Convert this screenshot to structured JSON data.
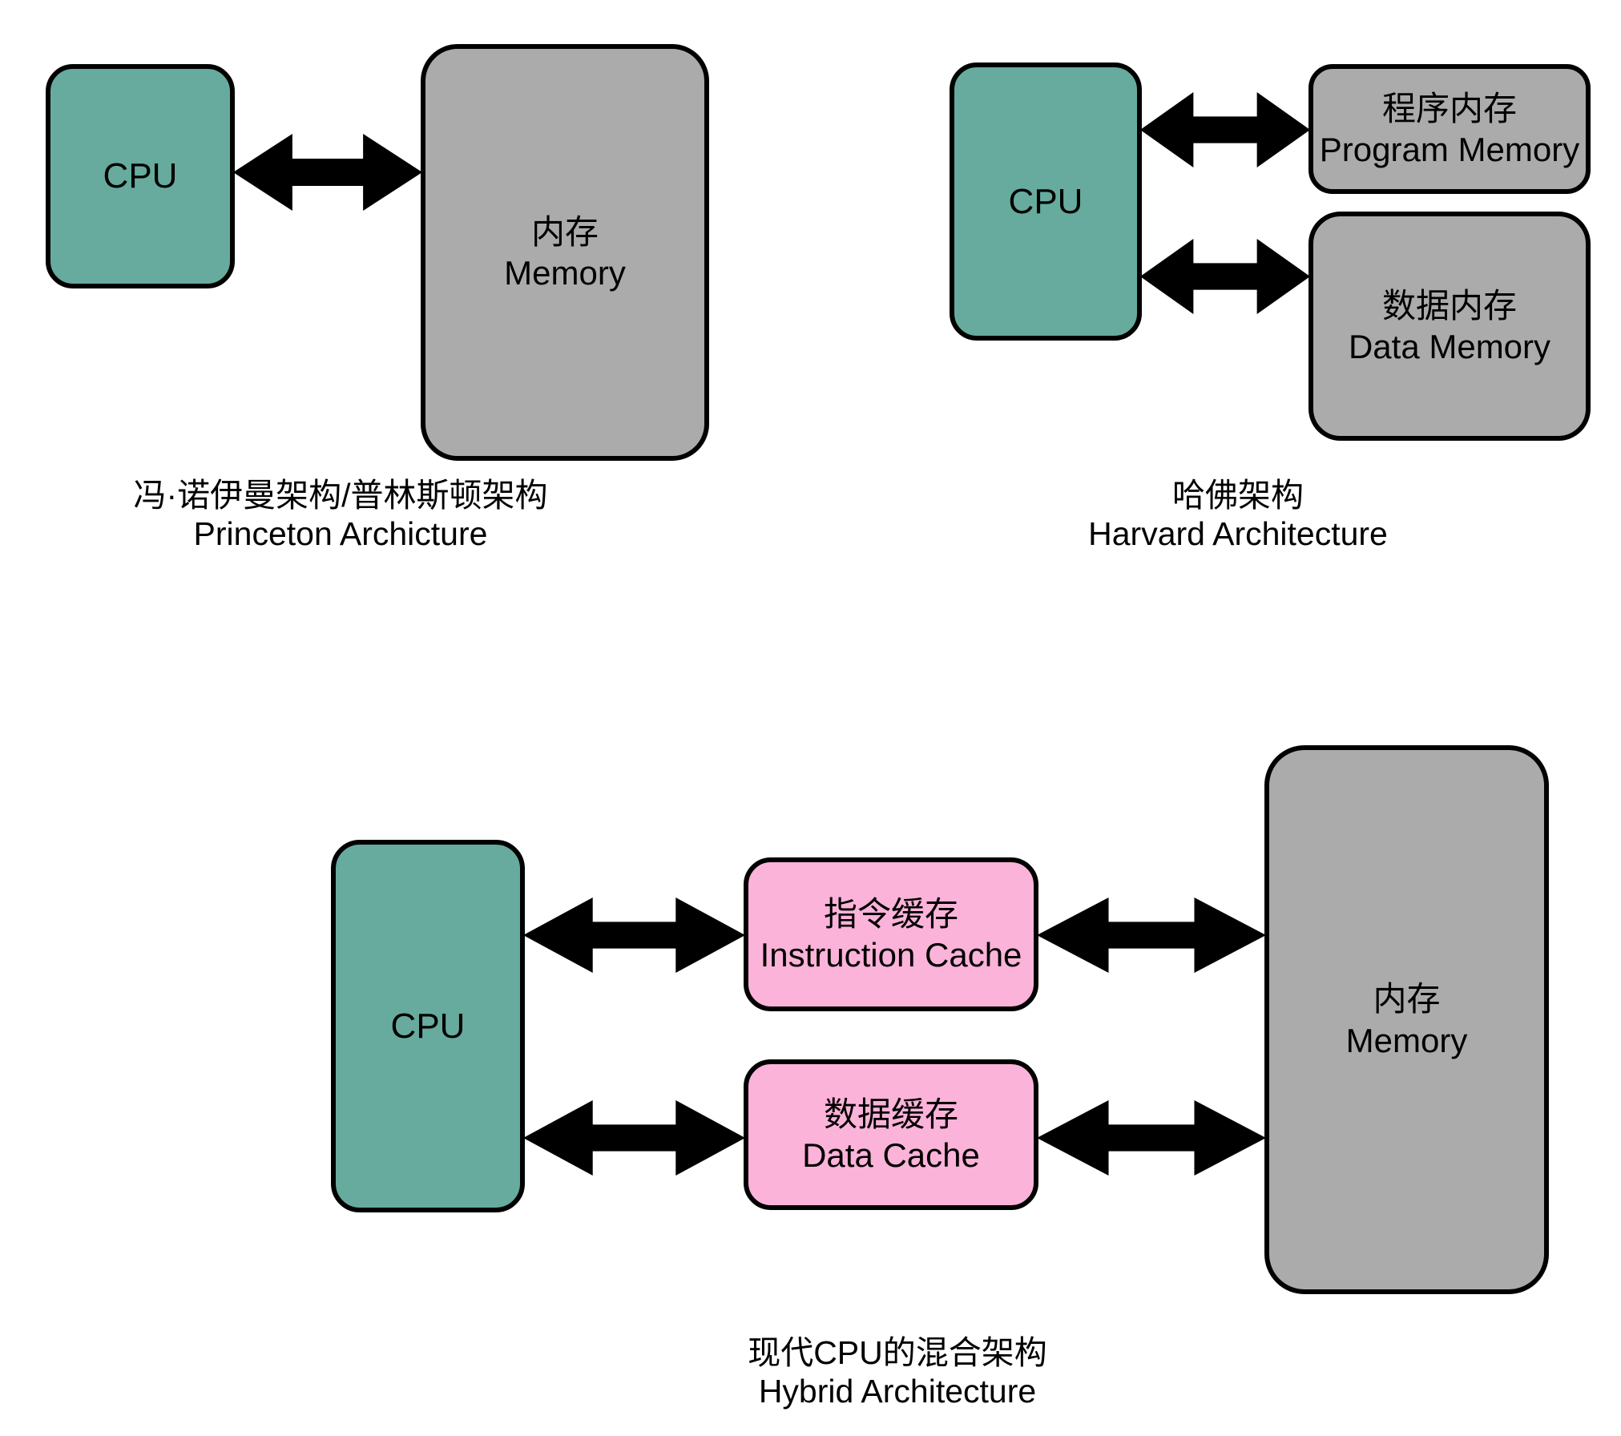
{
  "colors": {
    "cpu_fill": "#66AB9E",
    "memory_fill": "#ABABAB",
    "cache_fill": "#FCB3D9",
    "border": "#000000",
    "background": "#FFFFFF"
  },
  "princeton": {
    "cpu_label": "CPU",
    "memory_label_zh": "内存",
    "memory_label_en": "Memory",
    "caption_zh": "冯·诺伊曼架构/普林斯顿架构",
    "caption_en": "Princeton Archicture"
  },
  "harvard": {
    "cpu_label": "CPU",
    "program_memory_zh": "程序内存",
    "program_memory_en": "Program Memory",
    "data_memory_zh": "数据内存",
    "data_memory_en": "Data Memory",
    "caption_zh": "哈佛架构",
    "caption_en": "Harvard Architecture"
  },
  "hybrid": {
    "cpu_label": "CPU",
    "instruction_cache_zh": "指令缓存",
    "instruction_cache_en": "Instruction Cache",
    "data_cache_zh": "数据缓存",
    "data_cache_en": "Data Cache",
    "memory_label_zh": "内存",
    "memory_label_en": "Memory",
    "caption_zh": "现代CPU的混合架构",
    "caption_en": "Hybrid Architecture"
  }
}
